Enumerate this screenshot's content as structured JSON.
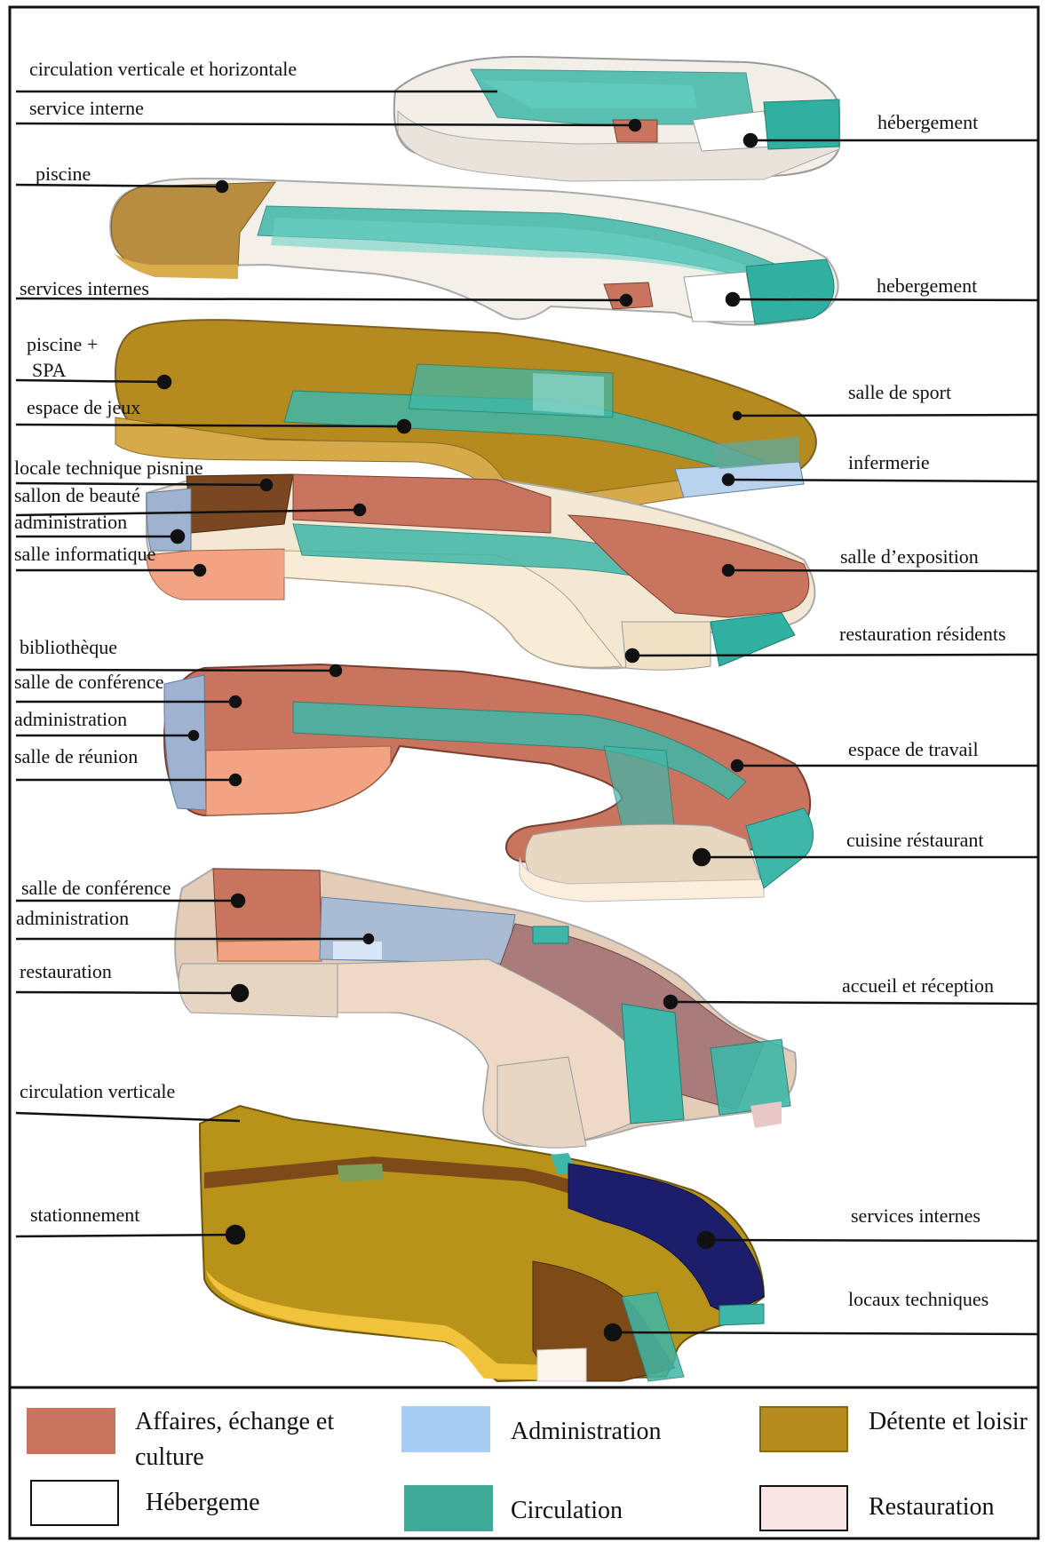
{
  "labels_left": [
    "circulation verticale et horizontale",
    "service interne",
    "piscine",
    "services internes",
    "piscine +",
    "SPA",
    "espace de jeux",
    "locale technique pisnine",
    "sallon de beauté",
    "administration",
    "salle informatique",
    "bibliothèque",
    "salle de conférence",
    "administration",
    "salle de réunion",
    "salle de conférence",
    "administration",
    "restauration",
    "circulation verticale",
    "stationnement"
  ],
  "labels_right": [
    "hébergement",
    "hebergement",
    "salle de sport",
    "infermerie",
    "salle d’exposition",
    "restauration résidents",
    "espace de travail",
    "cuisine réstaurant",
    "accueil et réception",
    "services internes",
    "locaux techniques"
  ],
  "legend": [
    {
      "label_1": "Affaires, échange et",
      "label_2": "culture",
      "color": "#c9745e"
    },
    {
      "label_1": "Administration",
      "label_2": "",
      "color": "#a8cdf5"
    },
    {
      "label_1": "Détente et loisir",
      "label_2": "",
      "color": "#b58a1f"
    },
    {
      "label_1": "Hébergeme",
      "label_2": "",
      "color": "#ffffff"
    },
    {
      "label_1": "Circulation",
      "label_2": "",
      "color": "#3ea997"
    },
    {
      "label_1": "Restauration",
      "label_2": "",
      "color": "#f9e6e4"
    }
  ],
  "colors": {
    "affaires": "#c9745e",
    "administration": "#a8cdf5",
    "detente": "#b58a1f",
    "hebergement": "#f4f2ee",
    "circulation": "#3eb3a6",
    "restauration": "#ead9c4",
    "services_internes": "#1c1e6c",
    "parking": "#b8931a"
  }
}
